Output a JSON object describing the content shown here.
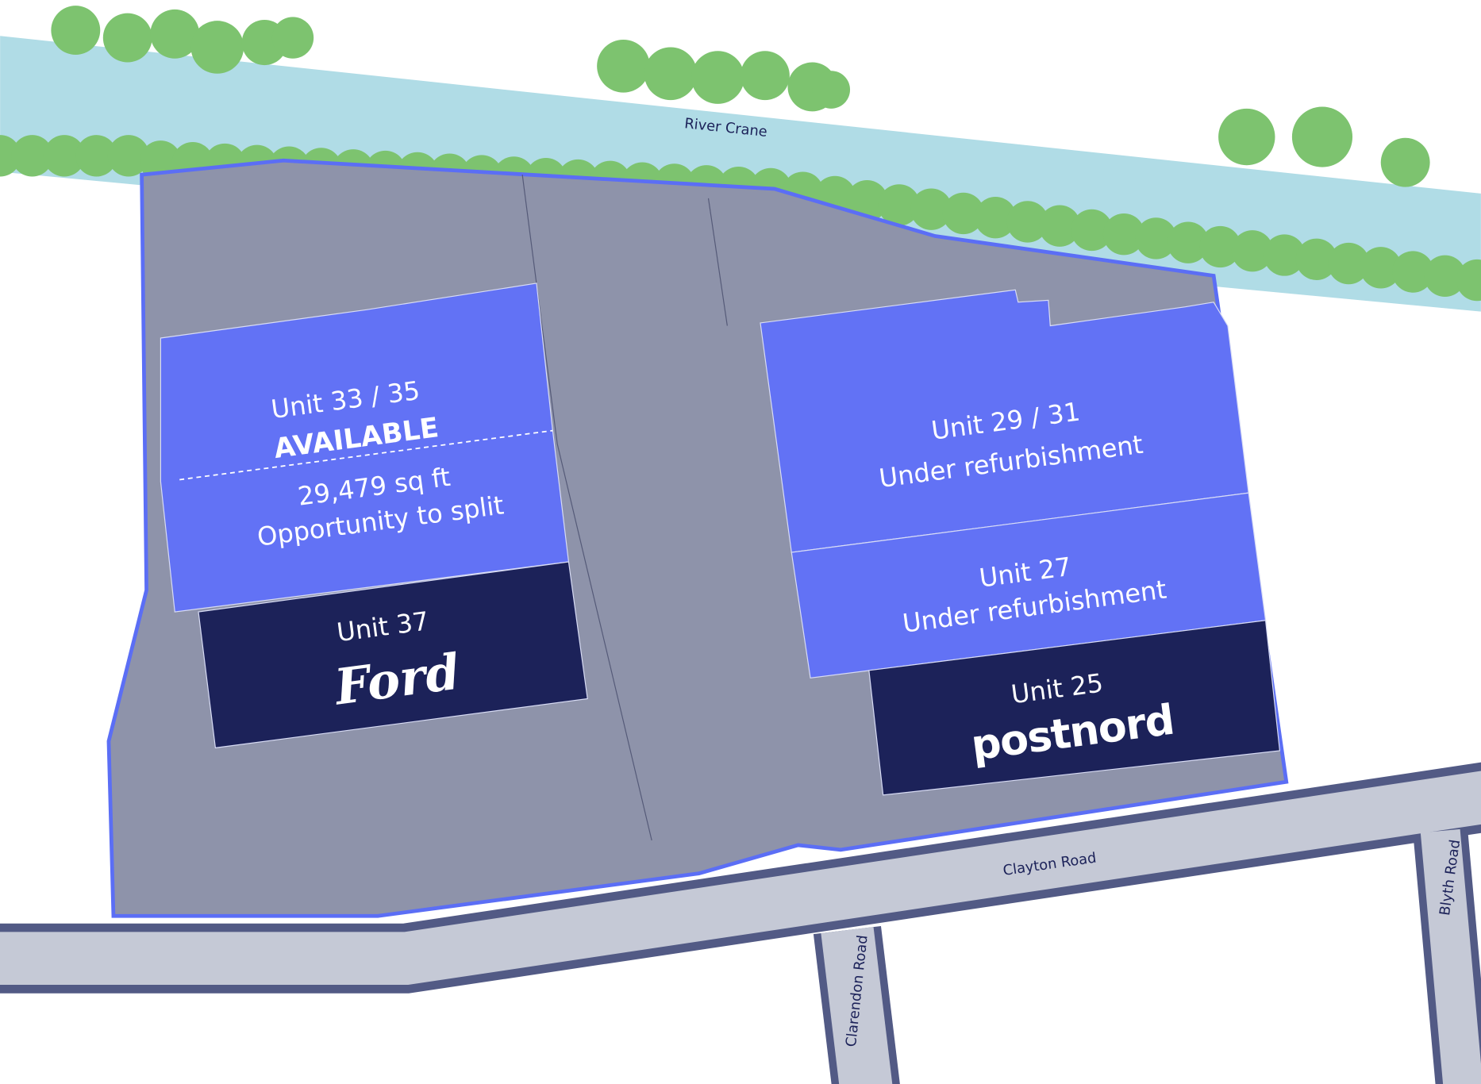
{
  "map": {
    "river_label": "River Crane",
    "roads": {
      "clayton": "Clayton Road",
      "clarendon": "Clarendon Road",
      "blyth": "Blyth Road"
    },
    "units": [
      {
        "name": "Unit 33 / 35",
        "status": "AVAILABLE",
        "size": "29,479 sq ft",
        "note": "Opportunity to split"
      },
      {
        "name": "Unit 37",
        "tenant_logo": "Ford"
      },
      {
        "name": "Unit 29 / 31",
        "status": "Under refurbishment"
      },
      {
        "name": "Unit 27",
        "status": "Under refurbishment"
      },
      {
        "name": "Unit 25",
        "tenant_logo": "postnord"
      }
    ]
  },
  "colors": {
    "river": "#b0dce6",
    "trees": "#7dc36f",
    "site": "#8e93aa",
    "unit_available": "#6272f5",
    "unit_let": "#1c2259",
    "road": "#c5c9d6",
    "road_edge": "#525a85",
    "boundary": "#5b6ef5"
  }
}
